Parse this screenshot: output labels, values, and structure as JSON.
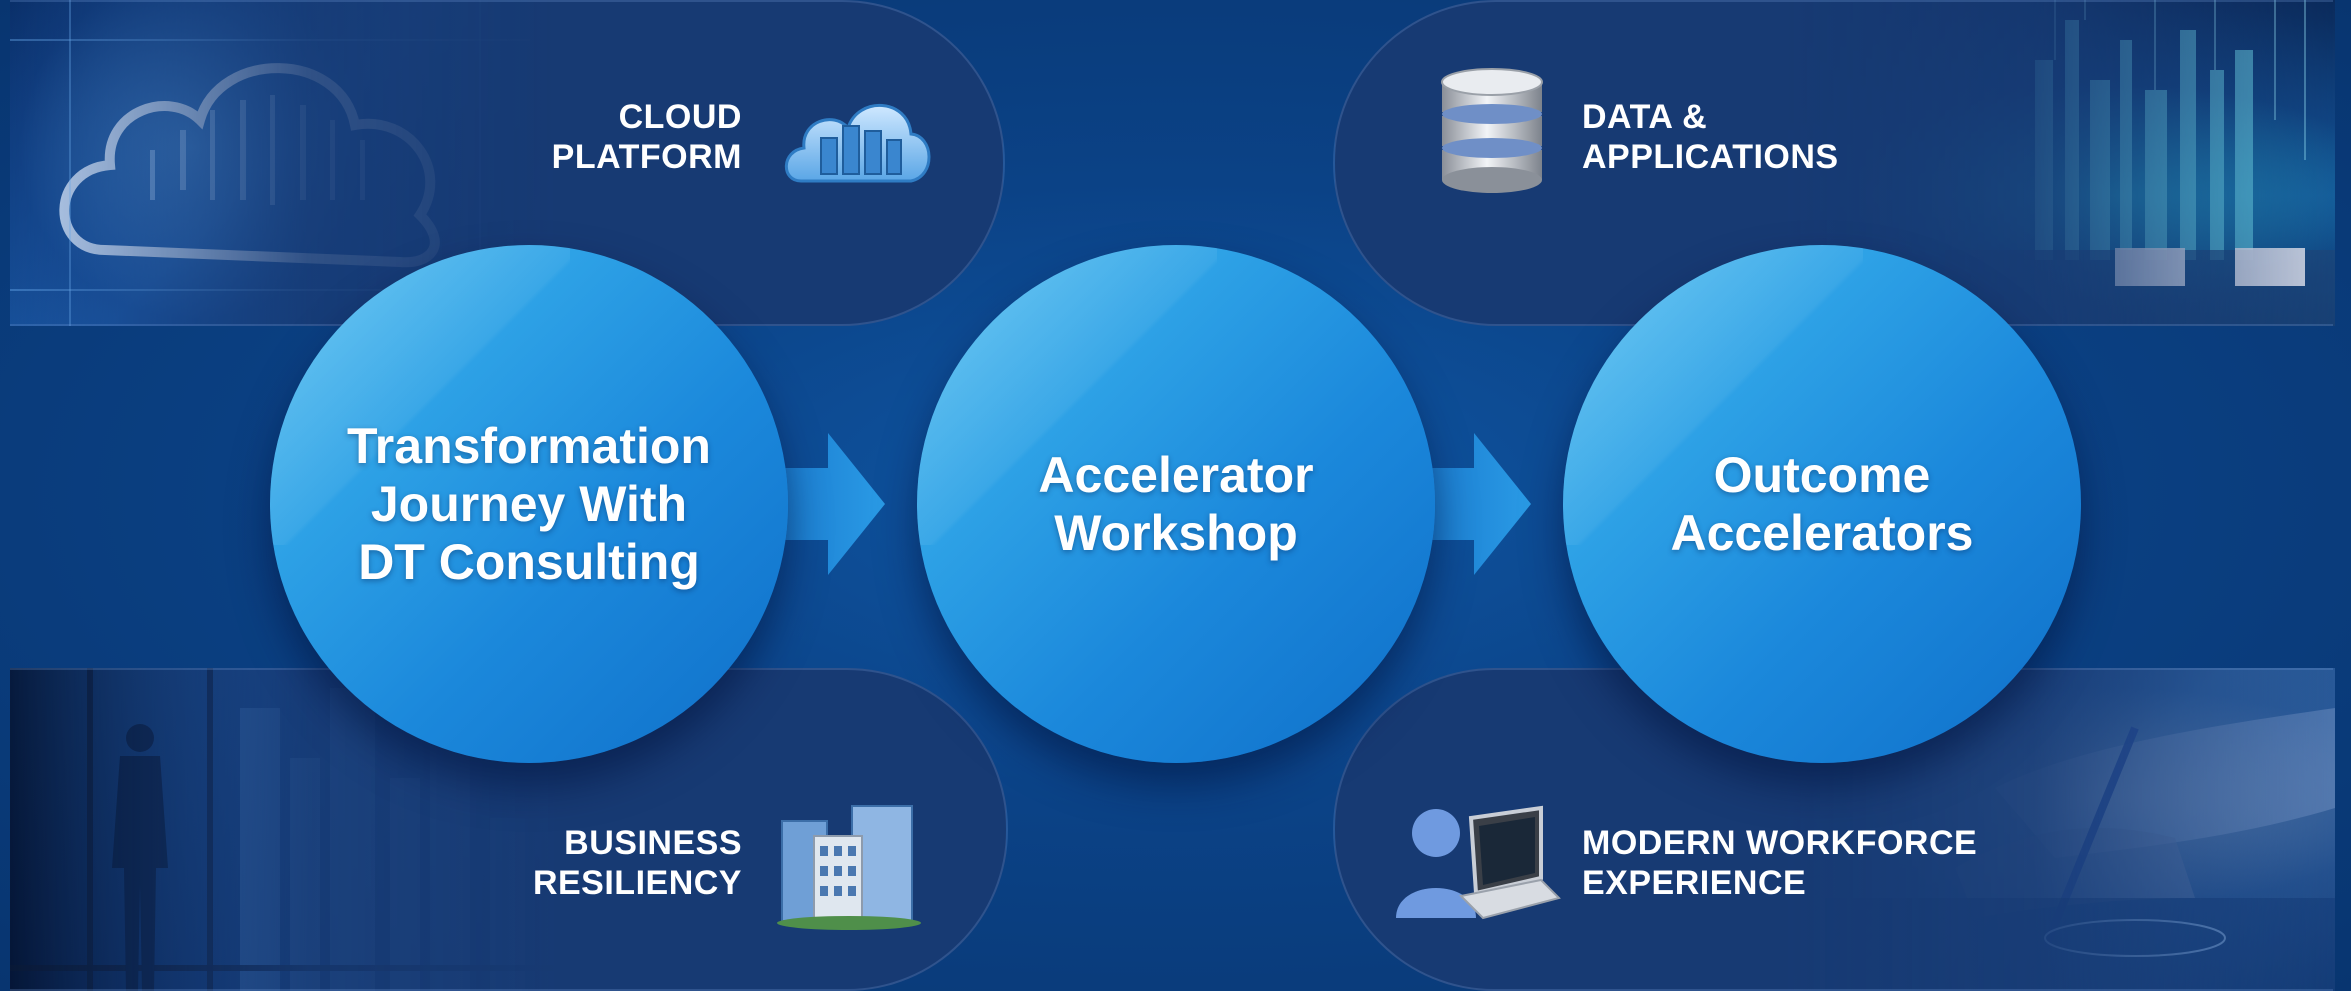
{
  "colors": {
    "background": "#0b4286",
    "pill": "#173a73",
    "circle_light": "#5cc4f2",
    "circle_dark": "#0f6fc9",
    "text": "#ffffff"
  },
  "pillars": {
    "cloud": {
      "line1": "CLOUD",
      "line2": "PLATFORM",
      "icon": "cloud-server-icon"
    },
    "data": {
      "line1": "DATA &",
      "line2": "APPLICATIONS",
      "icon": "database-icon"
    },
    "business": {
      "line1": "BUSINESS",
      "line2": "RESILIENCY",
      "icon": "office-buildings-icon"
    },
    "workforce": {
      "line1": "MODERN WORKFORCE",
      "line2": "EXPERIENCE",
      "icon": "user-laptop-icon"
    }
  },
  "steps": [
    {
      "lines": [
        "Transformation",
        "Journey With",
        "DT Consulting"
      ]
    },
    {
      "lines": [
        "Accelerator",
        "Workshop"
      ]
    },
    {
      "lines": [
        "Outcome",
        "Accelerators"
      ]
    }
  ]
}
